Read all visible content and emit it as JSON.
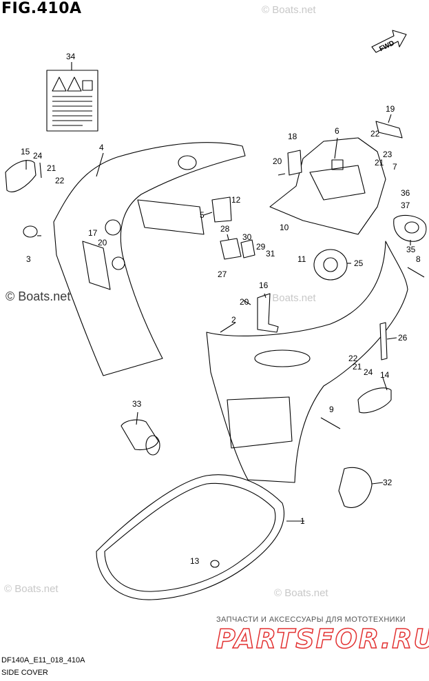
{
  "header": {
    "figure_title": "FIG.410A"
  },
  "footer": {
    "drawing_code": "DF140A_E11_018_410A",
    "section_name": "SIDE COVER"
  },
  "watermarks": {
    "top": "© Boats.net",
    "left": "© Boats.net",
    "mid": "© Boats.net",
    "bottom_left": "© Boats.net",
    "bottom_right": "© Boats.net"
  },
  "branding": {
    "subtitle": "ЗАПЧАСТИ И АКСЕССУАРЫ ДЛЯ МОТОТЕХНИКИ",
    "logo": "PARTSFOR.RU"
  },
  "direction_badge": "FWD",
  "colors": {
    "line": "#000000",
    "watermark": "#c8c8c8",
    "brand_red": "#e23030"
  },
  "parts": [
    {
      "no": "1"
    },
    {
      "no": "2"
    },
    {
      "no": "3"
    },
    {
      "no": "4"
    },
    {
      "no": "5"
    },
    {
      "no": "6"
    },
    {
      "no": "7"
    },
    {
      "no": "8"
    },
    {
      "no": "9"
    },
    {
      "no": "10"
    },
    {
      "no": "11"
    },
    {
      "no": "12"
    },
    {
      "no": "13"
    },
    {
      "no": "14"
    },
    {
      "no": "15"
    },
    {
      "no": "16"
    },
    {
      "no": "17"
    },
    {
      "no": "18"
    },
    {
      "no": "19"
    },
    {
      "no": "20"
    },
    {
      "no": "20"
    },
    {
      "no": "20"
    },
    {
      "no": "21"
    },
    {
      "no": "21"
    },
    {
      "no": "21"
    },
    {
      "no": "22"
    },
    {
      "no": "22"
    },
    {
      "no": "22"
    },
    {
      "no": "23"
    },
    {
      "no": "24"
    },
    {
      "no": "24"
    },
    {
      "no": "25"
    },
    {
      "no": "26"
    },
    {
      "no": "27"
    },
    {
      "no": "28"
    },
    {
      "no": "29"
    },
    {
      "no": "30"
    },
    {
      "no": "31"
    },
    {
      "no": "32"
    },
    {
      "no": "33"
    },
    {
      "no": "34"
    },
    {
      "no": "35"
    },
    {
      "no": "36"
    },
    {
      "no": "37"
    }
  ]
}
